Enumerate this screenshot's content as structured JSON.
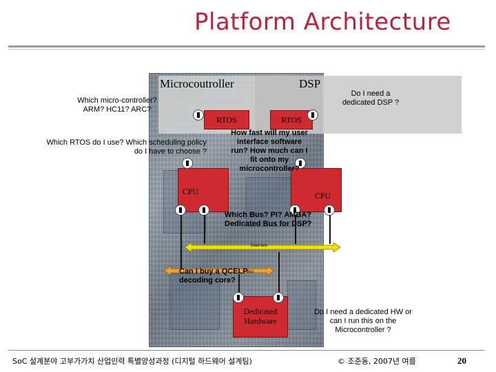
{
  "title": "Platform Architecture",
  "diagram": {
    "microcontroller_label": "Microcoutroller",
    "dsp_label": "DSP",
    "rtos_left": "RTOS",
    "rtos_right": "RTOS",
    "cpu_left": "CPU",
    "cpu_right": "CPU",
    "hardware_line1": "Dedicated",
    "hardware_line2": "Hardware",
    "data_bus_label": "Data bus",
    "second_bus_label": "Bus"
  },
  "questions": {
    "q_micro": "Which micro-controller? ARM? HC11? ARC?",
    "q_dsp": "Do I need a dedicated DSP ?",
    "q_rtos": "Which RTOS do I use? Which scheduling policy do I have to choose ?",
    "q_interface": "How fast will my user interface software run? How much can I fit onto my microcontroller?",
    "q_bus": "Which Bus? PI? AMBA? Dedicated Bus for DSP?",
    "q_qcelp": "Can I buy a QCELP decoding core?",
    "q_hw": "Do I need a dedicated HW or can I run this on the Microcontroller ?"
  },
  "footer": {
    "course": "SoC 설계분야 고부가가치 산업인력 특별양성과정 (디지털 하드웨어 설계팀)",
    "copyright": "© 조준동, 2007년 여름",
    "page": "20"
  },
  "colors": {
    "title": "#c0203a",
    "block_red": "#cf2a30",
    "bus_yellow": "#f2e000"
  }
}
